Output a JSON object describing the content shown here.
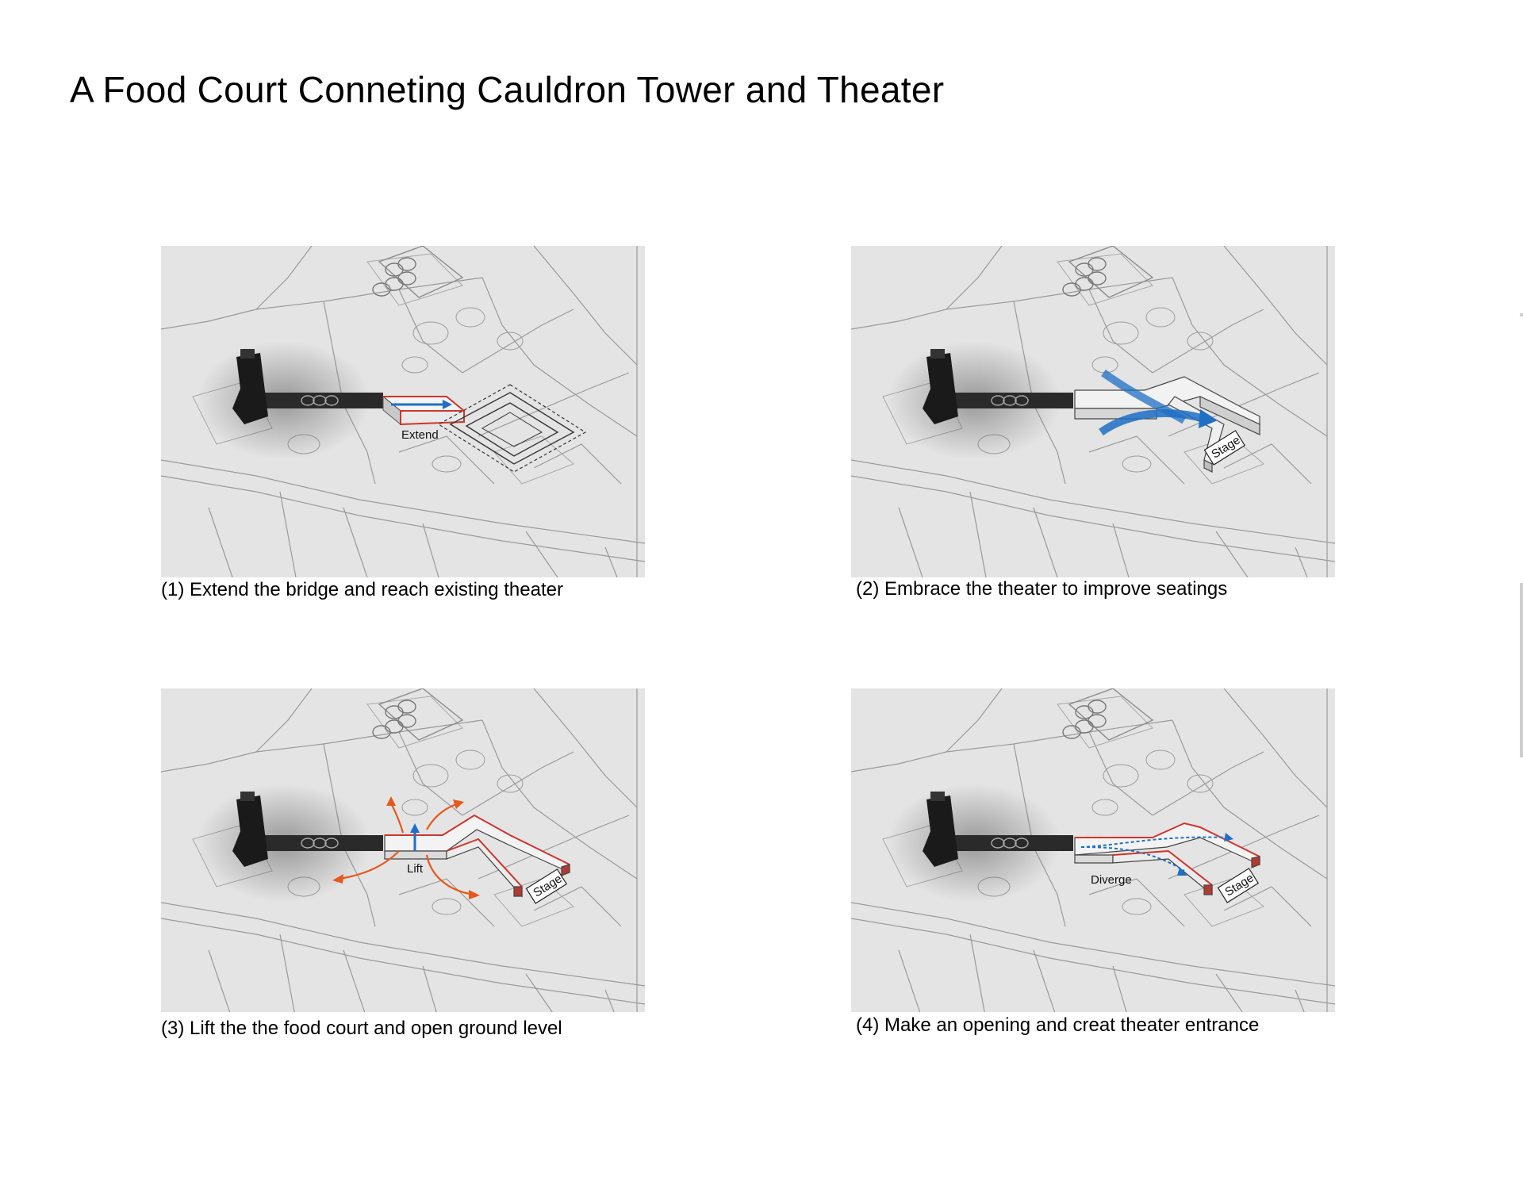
{
  "page": {
    "title": "A Food Court Conneting Cauldron Tower and Theater"
  },
  "panels": [
    {
      "caption": "(1) Extend the bridge and reach existing theater",
      "label": "Extend"
    },
    {
      "caption": "(2) Embrace the theater to improve seatings",
      "label": "Stage"
    },
    {
      "caption": "(3) Lift the the food court and open ground level",
      "label": "Lift",
      "label2": "Stage"
    },
    {
      "caption": "(4) Make an opening and creat theater entrance",
      "label": "Diverge",
      "label2": "Stage"
    }
  ],
  "colors": {
    "map_background": "#e4e4e4",
    "street_line": "#9a9a9a",
    "tower": "#1a1a1a",
    "arrow_blue": "#1f6fc4",
    "arrow_orange": "#e8581a",
    "edge_red": "#d0342c"
  },
  "icons": {
    "rings": "olympic-rings-icon",
    "tower": "cauldron-tower-icon"
  }
}
